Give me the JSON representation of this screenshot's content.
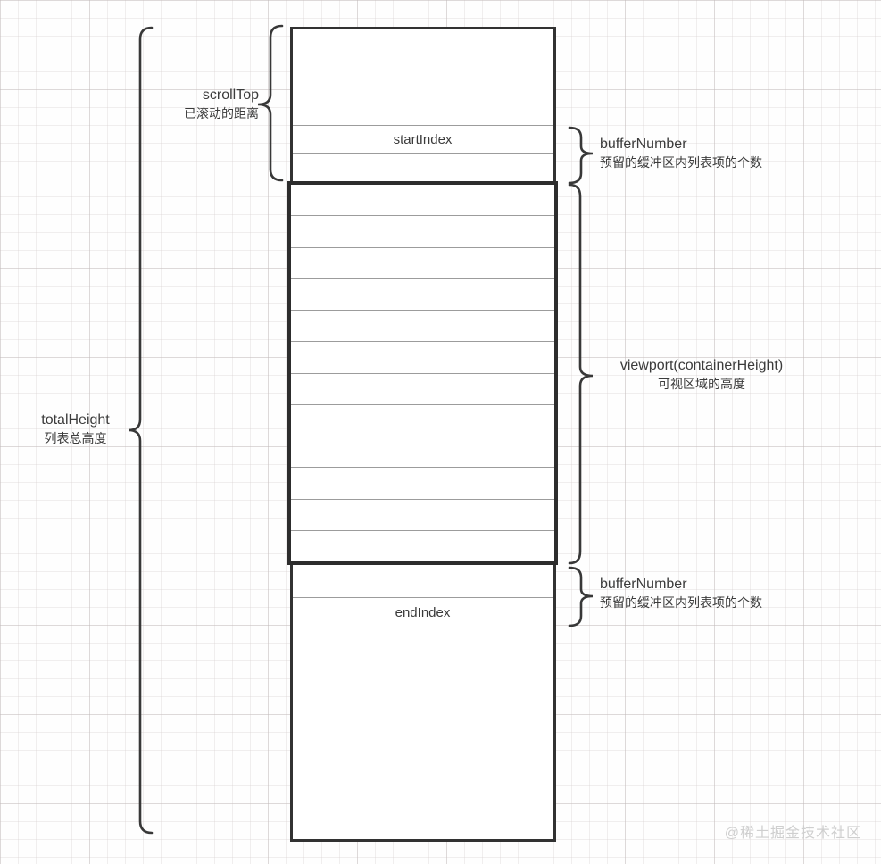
{
  "diagram": {
    "list_box": {
      "start_index_label": "startIndex",
      "end_index_label": "endIndex",
      "viewport_row_count": 12
    },
    "labels": {
      "scroll_top": {
        "title": "scrollTop",
        "desc": "已滚动的距离"
      },
      "total_height": {
        "title": "totalHeight",
        "desc": "列表总高度"
      },
      "buffer_top": {
        "title": "bufferNumber",
        "desc": "预留的缓冲区内列表项的个数"
      },
      "viewport": {
        "title": "viewport(containerHeight)",
        "desc": "可视区域的高度"
      },
      "buffer_bottom": {
        "title": "bufferNumber",
        "desc": "预留的缓冲区内列表项的个数"
      }
    },
    "watermark": "@稀土掘金技术社区",
    "colors": {
      "box_border": "#323232",
      "viewport_border": "#2d2d2d",
      "row_line": "#9c9c9c",
      "text": "#3b3b3b",
      "watermark": "#cfcfcf"
    }
  }
}
